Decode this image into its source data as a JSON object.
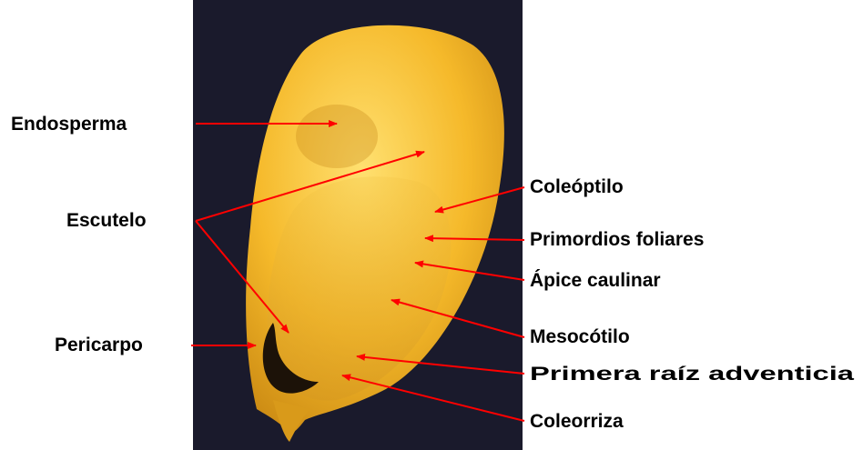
{
  "colors": {
    "background": "#ffffff",
    "photo_background": "#1a1a2c",
    "kernel_light": "#ffcc40",
    "kernel_dark": "#b87a10",
    "arrow": "#ff0000",
    "label_text": "#000000"
  },
  "labels": {
    "endosperma": "Endosperma",
    "escutelo": "Escutelo",
    "pericarpo": "Pericarpo",
    "coleoptilo": "Coleóptilo",
    "primordios_foliares": "Primordios foliares",
    "apice_caulinar": "Ápice caulinar",
    "mesocotilo": "Mesocótilo",
    "primera_raiz_adventicia": "Primera raíz adventicia",
    "coleorriza": "Coleorriza"
  }
}
